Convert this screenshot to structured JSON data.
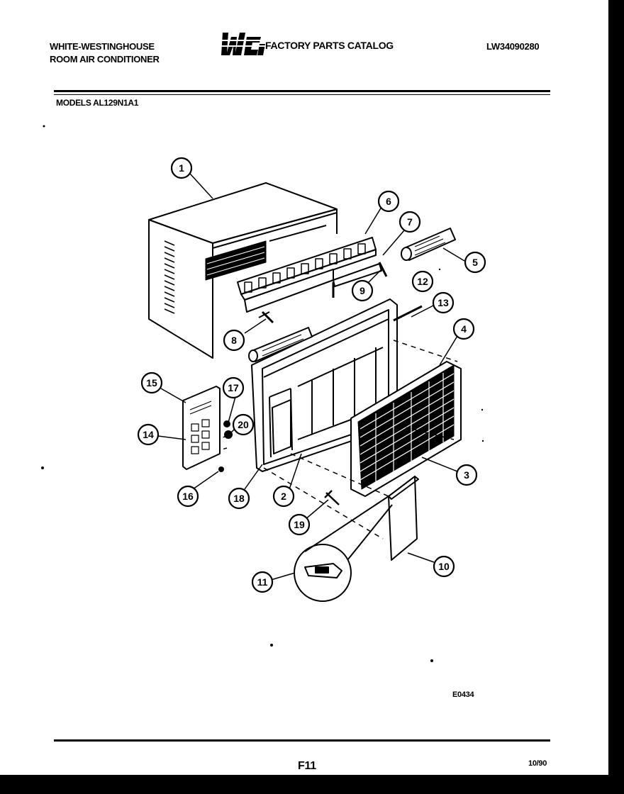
{
  "header": {
    "manufacturer_line1": "WHITE-WESTINGHOUSE",
    "manufacturer_line2": "ROOM AIR CONDITIONER",
    "logo_text": "WCI",
    "catalog_title": "FACTORY PARTS CATALOG",
    "catalog_number": "LW34090280",
    "models_label": "MODELS AL129N1A1"
  },
  "diagram": {
    "callouts": [
      "1",
      "2",
      "3",
      "4",
      "5",
      "6",
      "7",
      "8",
      "9",
      "10",
      "11",
      "12",
      "13",
      "14",
      "15",
      "16",
      "17",
      "18",
      "19",
      "20"
    ],
    "illustration_code": "E0434"
  },
  "footer": {
    "page_number": "F11",
    "date": "10/90"
  },
  "colors": {
    "ink": "#000000",
    "paper": "#ffffff",
    "scan_border": "#000000"
  }
}
